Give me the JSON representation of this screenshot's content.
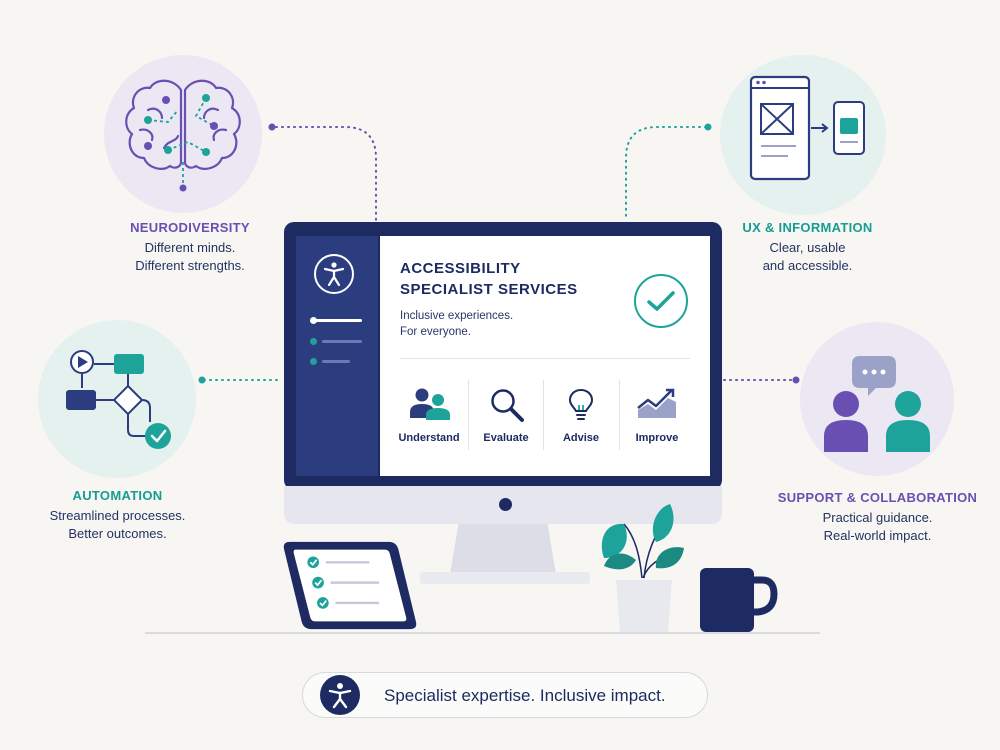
{
  "colors": {
    "navy": "#1d2b62",
    "purple": "#6a4fb3",
    "teal": "#1ea39a",
    "background": "#f7f6f3"
  },
  "features": {
    "neurodiversity": {
      "title": "NEURODIVERSITY",
      "line1": "Different minds.",
      "line2": "Different strengths.",
      "icon": "brain-icon"
    },
    "ux": {
      "title": "UX & INFORMATION",
      "line1": "Clear, usable",
      "line2": "and accessible.",
      "icon": "wireframe-icon"
    },
    "automation": {
      "title": "AUTOMATION",
      "line1": "Streamlined processes.",
      "line2": "Better outcomes.",
      "icon": "flowchart-icon"
    },
    "support": {
      "title": "SUPPORT & COLLABORATION",
      "line1": "Practical guidance.",
      "line2": "Real-world impact.",
      "icon": "people-chat-icon"
    }
  },
  "screen": {
    "title_line1": "ACCESSIBILITY",
    "title_line2": "SPECIALIST SERVICES",
    "subtitle_line1": "Inclusive experiences.",
    "subtitle_line2": "For everyone.",
    "services": [
      {
        "label": "Understand",
        "icon": "people-icon"
      },
      {
        "label": "Evaluate",
        "icon": "magnifier-icon"
      },
      {
        "label": "Advise",
        "icon": "lightbulb-icon"
      },
      {
        "label": "Improve",
        "icon": "growth-chart-icon"
      }
    ]
  },
  "tagline": "Specialist expertise. Inclusive impact."
}
